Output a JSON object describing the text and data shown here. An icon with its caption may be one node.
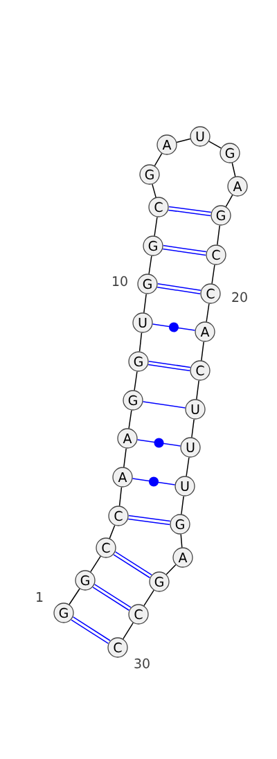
{
  "diagram": {
    "nodes": [
      {
        "text": [
          "G"
        ],
        "beside": [
          "1"
        ]
      },
      {
        "text": [
          "G"
        ]
      },
      {
        "text": [
          "C"
        ]
      },
      {
        "text": [
          "C"
        ]
      },
      {
        "text": [
          "A"
        ]
      },
      {
        "text": [
          "A"
        ]
      },
      {
        "text": [
          "G"
        ]
      },
      {
        "text": [
          "G"
        ]
      },
      {
        "text": [
          "U"
        ]
      },
      {
        "text": [
          "G"
        ],
        "beside": [
          "10"
        ]
      },
      {
        "text": [
          "G"
        ]
      },
      {
        "text": [
          "C"
        ]
      },
      {
        "text": [
          "G"
        ]
      },
      {
        "text": [
          "A"
        ]
      },
      {
        "text": [
          "U"
        ]
      },
      {
        "text": [
          "G"
        ]
      },
      {
        "text": [
          "A"
        ]
      },
      {
        "text": [
          "G"
        ]
      },
      {
        "text": [
          "C"
        ]
      },
      {
        "text": [
          "C"
        ],
        "beside": [
          "20"
        ]
      },
      {
        "text": [
          "A"
        ]
      },
      {
        "text": [
          "C"
        ]
      },
      {
        "text": [
          "U"
        ]
      },
      {
        "text": [
          "U"
        ]
      },
      {
        "text": [
          "U"
        ]
      },
      {
        "text": [
          "G"
        ]
      },
      {
        "text": [
          "A"
        ]
      },
      {
        "text": [
          "G"
        ]
      },
      {
        "text": [
          "C"
        ]
      },
      {
        "text": [
          "C"
        ],
        "beside": [
          "30"
        ]
      }
    ],
    "edges": [
      {
        "from": 0,
        "to": 1,
        "arrow": "none"
      },
      {
        "from": 1,
        "to": 2,
        "arrow": "none"
      },
      {
        "from": 2,
        "to": 3,
        "arrow": "none"
      },
      {
        "from": 3,
        "to": 4,
        "arrow": "none"
      },
      {
        "from": 4,
        "to": 5,
        "arrow": "none"
      },
      {
        "from": 5,
        "to": 6,
        "arrow": "none"
      },
      {
        "from": 6,
        "to": 7,
        "arrow": "none"
      },
      {
        "from": 7,
        "to": 8,
        "arrow": "none"
      },
      {
        "from": 8,
        "to": 9,
        "arrow": "none"
      },
      {
        "from": 9,
        "to": 10,
        "arrow": "none"
      },
      {
        "from": 10,
        "to": 11,
        "arrow": "none"
      },
      {
        "from": 11,
        "to": 12,
        "arrow": "none"
      },
      {
        "from": 12,
        "to": 13,
        "arrow": "none"
      },
      {
        "from": 13,
        "to": 14,
        "arrow": "none"
      },
      {
        "from": 14,
        "to": 15,
        "arrow": "none"
      },
      {
        "from": 15,
        "to": 16,
        "arrow": "none"
      },
      {
        "from": 16,
        "to": 17,
        "arrow": "none"
      },
      {
        "from": 17,
        "to": 18,
        "arrow": "none"
      },
      {
        "from": 18,
        "to": 19,
        "arrow": "none"
      },
      {
        "from": 19,
        "to": 20,
        "arrow": "none"
      },
      {
        "from": 20,
        "to": 21,
        "arrow": "none"
      },
      {
        "from": 21,
        "to": 22,
        "arrow": "none"
      },
      {
        "from": 22,
        "to": 23,
        "arrow": "none"
      },
      {
        "from": 23,
        "to": 24,
        "arrow": "none"
      },
      {
        "from": 24,
        "to": 25,
        "arrow": "none"
      },
      {
        "from": 25,
        "to": 26,
        "arrow": "none"
      },
      {
        "from": 26,
        "to": 27,
        "arrow": "none"
      },
      {
        "from": 27,
        "to": 28,
        "arrow": "none"
      },
      {
        "from": 28,
        "to": 29,
        "arrow": "none"
      },
      {
        "from": 0,
        "to": 29,
        "arrow": "none",
        "color": "#0000ff"
      },
      {
        "from": 0,
        "to": 29,
        "arrow": "none",
        "color": "#0000ff"
      },
      {
        "from": 1,
        "to": 28,
        "arrow": "none",
        "color": "#0000ff"
      },
      {
        "from": 1,
        "to": 28,
        "arrow": "none",
        "color": "#0000ff"
      },
      {
        "from": 2,
        "to": 27,
        "arrow": "none",
        "color": "#0000ff"
      },
      {
        "from": 2,
        "to": 27,
        "arrow": "none",
        "color": "#0000ff"
      },
      {
        "from": 3,
        "to": 25,
        "arrow": "none",
        "color": "#0000ff"
      },
      {
        "from": 3,
        "to": 25,
        "arrow": "none",
        "color": "#0000ff"
      },
      {
        "from": 4,
        "to": 24,
        "arrow": "none",
        "color": "#0000ff"
      },
      {
        "from": 5,
        "to": 23,
        "arrow": "none",
        "color": "#0000ff"
      },
      {
        "from": 6,
        "to": 22,
        "arrow": "none",
        "color": "#0000ff"
      },
      {
        "from": 7,
        "to": 21,
        "arrow": "none",
        "color": "#0000ff"
      },
      {
        "from": 7,
        "to": 21,
        "arrow": "none",
        "color": "#0000ff"
      },
      {
        "from": 8,
        "to": 20,
        "arrow": "none",
        "color": "#0000ff"
      },
      {
        "from": 9,
        "to": 19,
        "arrow": "none",
        "color": "#0000ff"
      },
      {
        "from": 9,
        "to": 19,
        "arrow": "none",
        "color": "#0000ff"
      },
      {
        "from": 10,
        "to": 18,
        "arrow": "none",
        "color": "#0000ff"
      },
      {
        "from": 10,
        "to": 18,
        "arrow": "none",
        "color": "#0000ff"
      },
      {
        "from": 11,
        "to": 17,
        "arrow": "none",
        "color": "#0000ff"
      },
      {
        "from": 11,
        "to": 17,
        "arrow": "none",
        "color": "#0000ff"
      }
    ]
  }
}
